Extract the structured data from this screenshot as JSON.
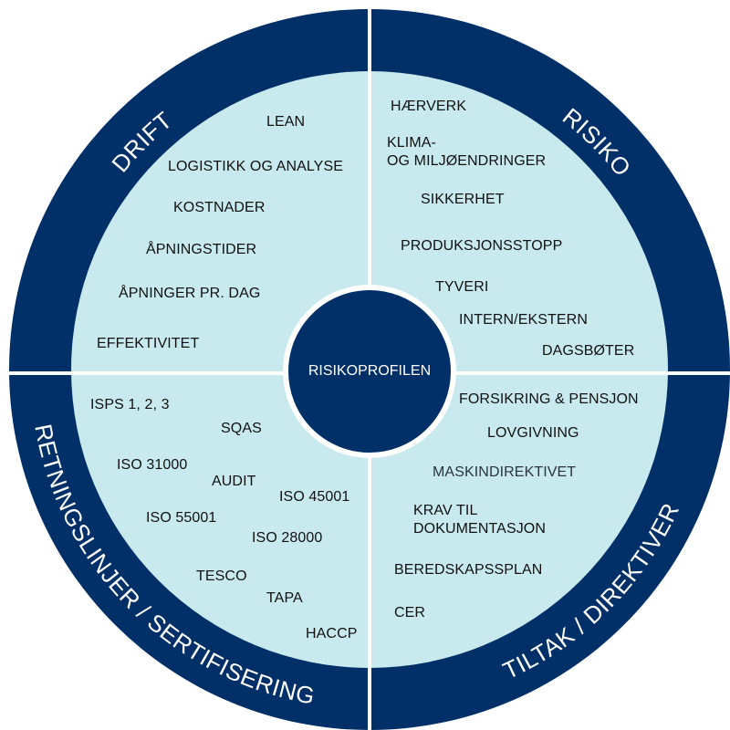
{
  "colors": {
    "ring": "#003067",
    "fill": "#c8e9ee",
    "divider": "#ffffff",
    "text": "#111111"
  },
  "center": {
    "label": "RISIKOPROFILEN"
  },
  "quadrants": {
    "drift": {
      "title": "DRIFT",
      "items": [
        "LEAN",
        "LOGISTIKK OG ANALYSE",
        "KOSTNADER",
        "ÅPNINGSTIDER",
        "ÅPNINGER PR. DAG",
        "EFFEKTIVITET"
      ]
    },
    "risiko": {
      "title": "RISIKO",
      "items": [
        "HÆRVERK",
        "KLIMA-",
        "OG MILJØENDRINGER",
        "SIKKERHET",
        "PRODUKSJONSSTOPP",
        "TYVERI",
        "INTERN/EKSTERN",
        "DAGSBØTER"
      ]
    },
    "retningslinjer": {
      "title": "RETNINGSLINJER / SERTIFISERING",
      "items": [
        "ISPS 1, 2, 3",
        "SQAS",
        "ISO 31000",
        "AUDIT",
        "ISO 45001",
        "ISO 55001",
        "ISO 28000",
        "TESCO",
        "TAPA",
        "HACCP"
      ]
    },
    "tiltak": {
      "title": "TILTAK / DIREKTIVER",
      "items": [
        "FORSIKRING & PENSJON",
        "LOVGIVNING",
        "MASKINDIREKTIVET",
        "KRAV TIL",
        "DOKUMENTASJON",
        "BEREDSKAPSSPLAN",
        "CER"
      ]
    }
  }
}
